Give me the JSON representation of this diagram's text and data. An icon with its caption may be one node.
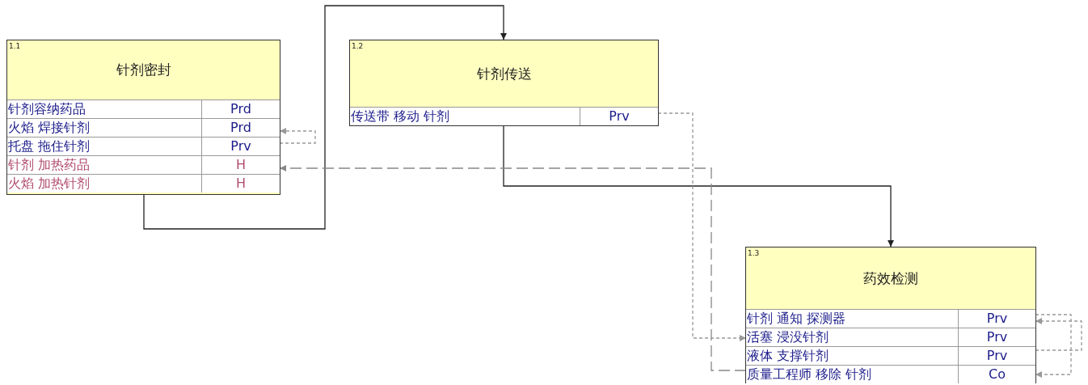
{
  "diagram": {
    "nodes": [
      {
        "text": [
          "1.1",
          "针剂密封"
        ]
      },
      {
        "text": [
          "针剂容纳药品",
          "Prd"
        ],
        "in": 0
      },
      {
        "text": [
          "火焰 焊接针剂",
          "Prd"
        ],
        "in": 0
      },
      {
        "text": [
          "托盘 拖住针剂",
          "Prv"
        ],
        "in": 0
      },
      {
        "text": [
          "针剂 加热药品",
          "H"
        ],
        "in": 0
      },
      {
        "text": [
          "火焰 加热针剂",
          "H"
        ],
        "in": 0
      },
      {
        "text": [
          "1.2",
          "针剂传送"
        ]
      },
      {
        "text": [
          "传送带 移动 针剂",
          "Prv"
        ],
        "in": 6
      },
      {
        "text": [
          "1.3",
          "药效检测"
        ]
      },
      {
        "text": [
          "针剂 通知 探测器",
          "Prv"
        ],
        "in": 8
      },
      {
        "text": [
          "活塞 浸没针剂",
          "Prv"
        ],
        "in": 8
      },
      {
        "text": [
          "液体 支撑针剂",
          "Prv"
        ],
        "in": 8
      },
      {
        "text": [
          "质量工程师 移除 针剂",
          "Co"
        ],
        "in": 8
      }
    ],
    "edges": [
      {
        "from": 0,
        "to": 6,
        "arrow": "to",
        "color": "#222222"
      },
      {
        "from": 6,
        "to": 8,
        "arrow": "to",
        "color": "#222222"
      },
      {
        "from": 3,
        "to": 2,
        "arrow": "to",
        "style": "dashed",
        "color": "#999999"
      },
      {
        "from": 12,
        "to": 4,
        "arrow": "to",
        "style": "dashed",
        "color": "#888888"
      },
      {
        "from": 7,
        "to": 10,
        "arrow": "to",
        "style": "dashed",
        "color": "#999999"
      },
      {
        "from": 9,
        "to": 12,
        "arrow": "to",
        "style": "dashed",
        "color": "#999999"
      },
      {
        "from": 11,
        "to": 9,
        "arrow": "to",
        "style": "dashed",
        "color": "#999999"
      }
    ]
  }
}
